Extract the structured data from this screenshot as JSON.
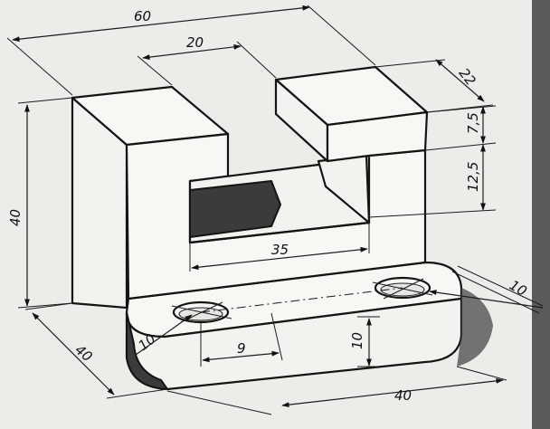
{
  "dimensions": {
    "overall_length": "60",
    "slot_width": "20",
    "depth_top": "22",
    "upper_block_height": "7,5",
    "window_height": "12,5",
    "total_height": "40",
    "window_length": "35",
    "base_depth": "40",
    "hole_spacing": "9",
    "hole_radius_left": "10",
    "hole_radius_right": "10",
    "base_thickness": "10",
    "base_length": "40"
  }
}
